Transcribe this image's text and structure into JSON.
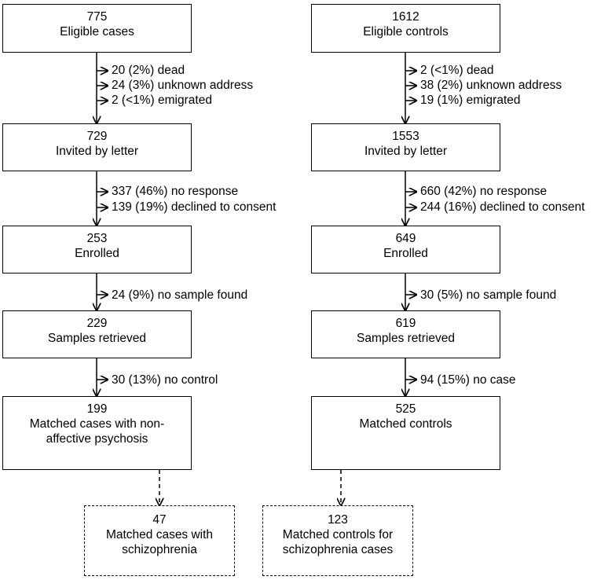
{
  "cases": {
    "eligible": {
      "count": "775",
      "label": [
        "Eligible cases"
      ]
    },
    "excl1": [
      "20 (2%) dead",
      "24 (3%) unknown address",
      "2 (<1%) emigrated"
    ],
    "invited": {
      "count": "729",
      "label": [
        "Invited by letter"
      ]
    },
    "excl2": [
      "337 (46%) no response",
      "139 (19%) declined to consent"
    ],
    "enrolled": {
      "count": "253",
      "label": [
        "Enrolled"
      ]
    },
    "excl3": [
      "24 (9%) no sample found"
    ],
    "samples": {
      "count": "229",
      "label": [
        "Samples retrieved"
      ]
    },
    "excl4": [
      "30 (13%) no control"
    ],
    "matched": {
      "count": "199",
      "label": [
        "Matched cases with non-",
        "affective psychosis"
      ]
    },
    "schizo": {
      "count": "47",
      "label": [
        "Matched cases with",
        "schizophrenia"
      ]
    }
  },
  "controls": {
    "eligible": {
      "count": "1612",
      "label": [
        "Eligible controls"
      ]
    },
    "excl1": [
      "2 (<1%) dead",
      "38 (2%) unknown address",
      "19 (1%) emigrated"
    ],
    "invited": {
      "count": "1553",
      "label": [
        "Invited by letter"
      ]
    },
    "excl2": [
      "660 (42%) no response",
      "244 (16%) declined to consent"
    ],
    "enrolled": {
      "count": "649",
      "label": [
        "Enrolled"
      ]
    },
    "excl3": [
      "30 (5%) no sample found"
    ],
    "samples": {
      "count": "619",
      "label": [
        "Samples retrieved"
      ]
    },
    "excl4": [
      "94 (15%) no case"
    ],
    "matched": {
      "count": "525",
      "label": [
        "Matched controls"
      ]
    },
    "schizo": {
      "count": "123",
      "label": [
        "Matched controls for",
        "schizophrenia cases"
      ]
    }
  }
}
